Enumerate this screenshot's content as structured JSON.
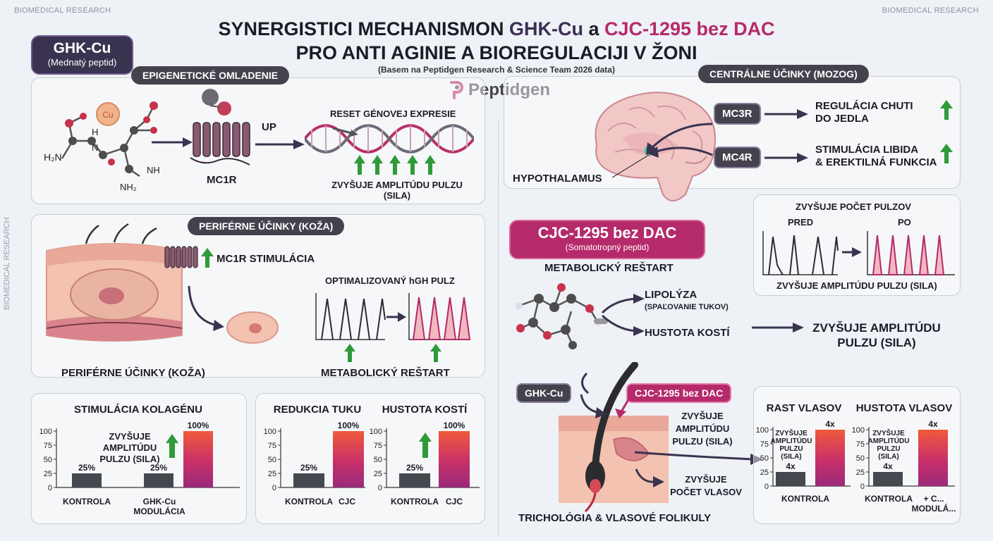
{
  "corner_left": "BIOMEDICAL RESEARCH",
  "corner_right": "BIOMEDICAL RESEARCH",
  "side_text": "BIOMEDICAL RESEARCH",
  "title": {
    "line1_pre": "SYNERGISTICI MECHANISMON ",
    "line1_ghk": "GHK-Cu",
    "line1_mid": " a ",
    "line1_cjc": "CJC-1295 bez DAC",
    "line2": "PRO ANTI AGINIE A BIOREGULACIJI V ŽONI",
    "subtitle": "(Basem na Peptidgen Research & Science Team 2026 data)",
    "brand": "Peptidgen"
  },
  "ghk": {
    "name": "GHK-Cu",
    "type": "(Mednatý peptid)",
    "epi_pill": "EPIGENETICKÉ OMLADENIE",
    "mol_cu": "Cu",
    "mol_h2n": "H₂N",
    "mol_nh": "NH",
    "mol_nh2": "NH₂",
    "mol_n": "N",
    "mol_h": "H",
    "receptor": "MC1R",
    "up": "UP",
    "reset": "RESET GÉNOVEJ EXPRESIE",
    "amp1": "ZVYŠUJE AMPLITÚDU PULZU",
    "amp2": "(SILA)"
  },
  "skin": {
    "pill": "PERIFÉRNE ÚČINKY (KOŽA)",
    "mc1r": "MC1R STIMULÁCIA",
    "hgh": "OPTIMALIZOVANÝ hGH PULZ",
    "bottom_left": "PERIFÉRNE ÚČINKY (KOŽA)",
    "bottom_right": "METABOLICKÝ REŠTART"
  },
  "brain": {
    "pill": "CENTRÁLNE ÚČINKY (MOZOG)",
    "mc3r": "MC3R",
    "mc4r": "MC4R",
    "eff1a": "REGULÁCIA CHUTI",
    "eff1b": "DO JEDLA",
    "eff2a": "STIMULÁCIA LIBIDA",
    "eff2b": "& EREKTILNÁ FUNKCIA",
    "hypo": "HYPOTHALAMUS"
  },
  "pulses": {
    "title": "ZVYŠUJE POČET PULZOV",
    "pre": "PRED",
    "po": "PO",
    "bottom": "ZVYŠUJE AMPLITÚDU PULZU (SILA)"
  },
  "cjc": {
    "name": "CJC-1295 bez DAC",
    "type": "(Somatotropný peptid)",
    "meta": "METABOLICKÝ REŠTART",
    "lipo": "LIPOLÝZA",
    "lipo_sub": "(SPAĽOVANIE TUKOV)",
    "bone": "HUSTOTA KOSTÍ",
    "amp1": "ZVYŠUJE AMPLITÚDU",
    "amp2": "PULZU (SILA)"
  },
  "hair": {
    "tag_ghk": "GHK-Cu",
    "tag_cjc": "CJC-1295 bez DAC",
    "amp1": "ZVYŠUJE",
    "amp2": "AMPLITÚDU",
    "amp3": "PULZU (SILA)",
    "cnt1": "ZVYŠUJE",
    "cnt2": "POČET VLASOV",
    "footer": "TRICHOLÓGIA & VLASOVÉ FOLIKULY"
  },
  "colors": {
    "accent": "#b52a6a",
    "dark": "#45424d",
    "green": "#2f9a3a",
    "bar_dark": "#45484f"
  },
  "chart_data": [
    {
      "type": "bar",
      "title": "STIMULÁCIA KOLAGÉNU",
      "ylim": [
        0,
        100
      ],
      "yticks": [
        0,
        25,
        50,
        75,
        100
      ],
      "categories": [
        "KONTROLA",
        "GHK-Cu MODULÁCIA"
      ],
      "series": [
        {
          "values": [
            25,
            25
          ]
        },
        {
          "values": [
            null,
            100
          ]
        }
      ],
      "data_labels": [
        "25%",
        "25%",
        "100%"
      ],
      "annotation": [
        "ZVYŠUJE",
        "AMPLITÚDU",
        "PULZU (SILA)"
      ],
      "cat_label_2b": "MODULÁCIA"
    },
    {
      "type": "bar",
      "title": "REDUKCIA TUKU",
      "ylim": [
        0,
        100
      ],
      "yticks": [
        0,
        25,
        50,
        75,
        100
      ],
      "categories": [
        "KONTROLA",
        "CJC"
      ],
      "values": [
        25,
        100
      ],
      "data_labels": [
        "25%",
        "100%"
      ]
    },
    {
      "type": "bar",
      "title": "HUSTOTA KOSTÍ",
      "ylim": [
        0,
        100
      ],
      "yticks": [
        0,
        25,
        50,
        75,
        100
      ],
      "categories": [
        "KONTROLA",
        "CJC"
      ],
      "values": [
        25,
        100
      ],
      "data_labels": [
        "25%",
        "100%"
      ]
    },
    {
      "type": "bar",
      "title": "RAST VLASOV",
      "ylim": [
        0,
        100
      ],
      "yticks": [
        0,
        25,
        50,
        75,
        100
      ],
      "categories": [
        "KONTROLA"
      ],
      "values": [
        25,
        100
      ],
      "data_labels": [
        "4x",
        "4x"
      ],
      "annotation": [
        "ZVYŠUJE",
        "AMPLITÚDU",
        "PULZU",
        "(SILA)"
      ]
    },
    {
      "type": "bar",
      "title": "HUSTOTA VLASOV",
      "ylim": [
        0,
        100
      ],
      "yticks": [
        0,
        25,
        50,
        75,
        100
      ],
      "categories": [
        "KONTROLA",
        "+ C... MODULÁ..."
      ],
      "values": [
        25,
        100
      ],
      "data_labels": [
        "4x",
        "4x"
      ],
      "annotation": [
        "ZVYŠUJE",
        "AMPLITÚDU",
        "PULZU",
        "(SILA)"
      ]
    }
  ]
}
